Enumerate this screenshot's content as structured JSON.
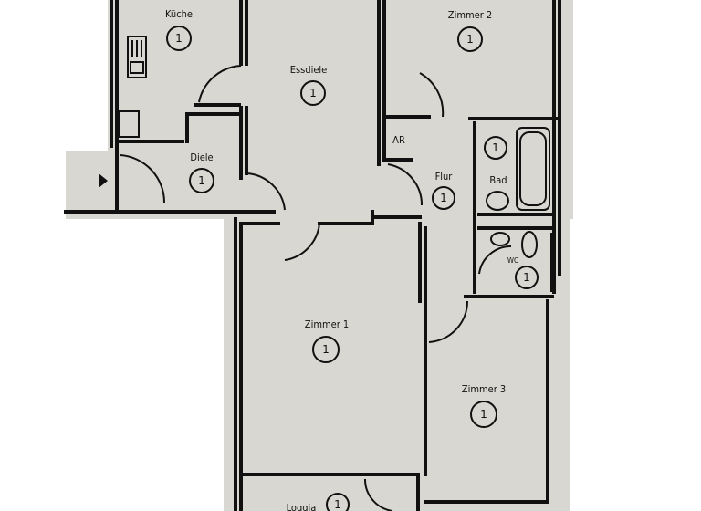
{
  "plan": {
    "entry_marker_icon": "entry-arrow-icon",
    "colors": {
      "floor": "#d9d7d1",
      "wall": "#111111",
      "background": "#ffffff"
    },
    "rooms": [
      {
        "id": "kueche",
        "label": "Küche",
        "marker": "1"
      },
      {
        "id": "essdiele",
        "label": "Essdiele",
        "marker": "1"
      },
      {
        "id": "zimmer2",
        "label": "Zimmer 2",
        "marker": "1"
      },
      {
        "id": "diele",
        "label": "Diele",
        "marker": "1"
      },
      {
        "id": "ar",
        "label": "AR",
        "marker": ""
      },
      {
        "id": "flur",
        "label": "Flur",
        "marker": "1"
      },
      {
        "id": "bad",
        "label": "Bad",
        "marker": "1"
      },
      {
        "id": "wc",
        "label": "WC",
        "marker": "1"
      },
      {
        "id": "zimmer1",
        "label": "Zimmer 1",
        "marker": "1"
      },
      {
        "id": "zimmer3",
        "label": "Zimmer 3",
        "marker": "1"
      },
      {
        "id": "loggia",
        "label": "Loggia",
        "marker": "1"
      }
    ]
  }
}
